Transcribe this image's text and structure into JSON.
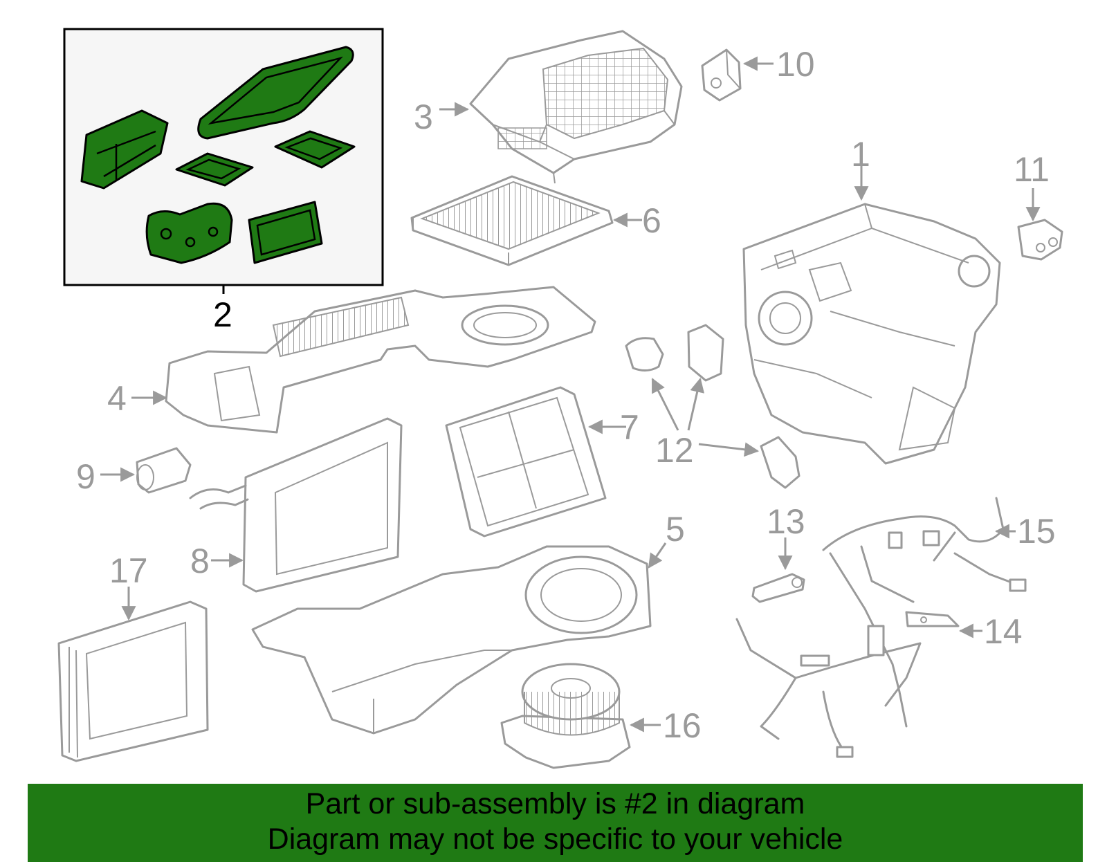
{
  "highlight_color": "#1f7a14",
  "callouts": {
    "c1": "1",
    "c2": "2",
    "c3": "3",
    "c4": "4",
    "c5": "5",
    "c6": "6",
    "c7": "7",
    "c8": "8",
    "c9": "9",
    "c10": "10",
    "c11": "11",
    "c12": "12",
    "c13": "13",
    "c14": "14",
    "c15": "15",
    "c16": "16",
    "c17": "17"
  },
  "banner": {
    "line1": "Part or sub-assembly is #2 in diagram",
    "line2": "Diagram may not be specific to your vehicle"
  }
}
